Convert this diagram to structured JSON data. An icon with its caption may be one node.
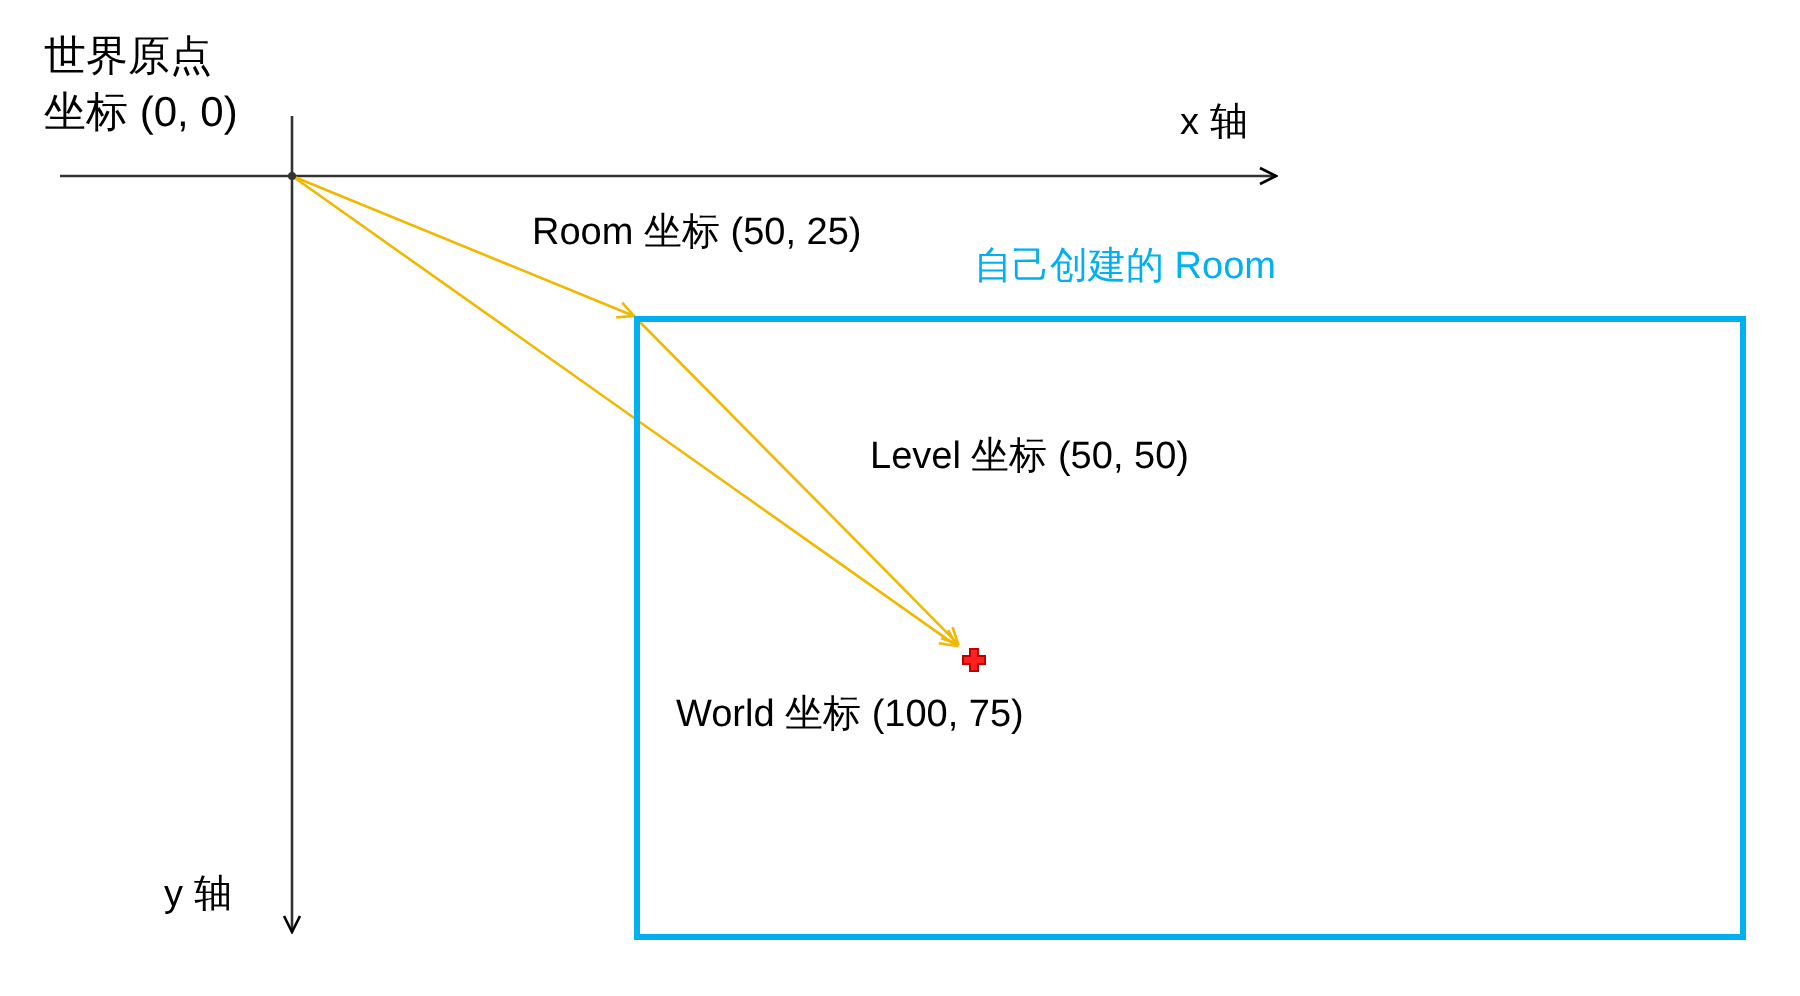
{
  "diagram": {
    "nodes": [
      {
        "text": [],
        "shape": "point",
        "beside": [
          "世界原点",
          "坐标 (0, 0)"
        ]
      },
      {
        "text": [
          "自己创建的 Room"
        ]
      },
      {
        "text": [],
        "shape": "cross",
        "in": 1,
        "beside": [
          "World 坐标 (100, 75)"
        ]
      }
    ],
    "edges": [
      {
        "from": 0,
        "to": 1,
        "arrow": "to",
        "label": "Room 坐标 (50, 25)"
      },
      {
        "from": 1,
        "to": 2,
        "arrow": "to",
        "label": "Level 坐标 (50, 50)"
      },
      {
        "from": 0,
        "to": 2,
        "arrow": "to"
      }
    ],
    "labels": [
      "x 轴",
      "y 轴"
    ]
  }
}
